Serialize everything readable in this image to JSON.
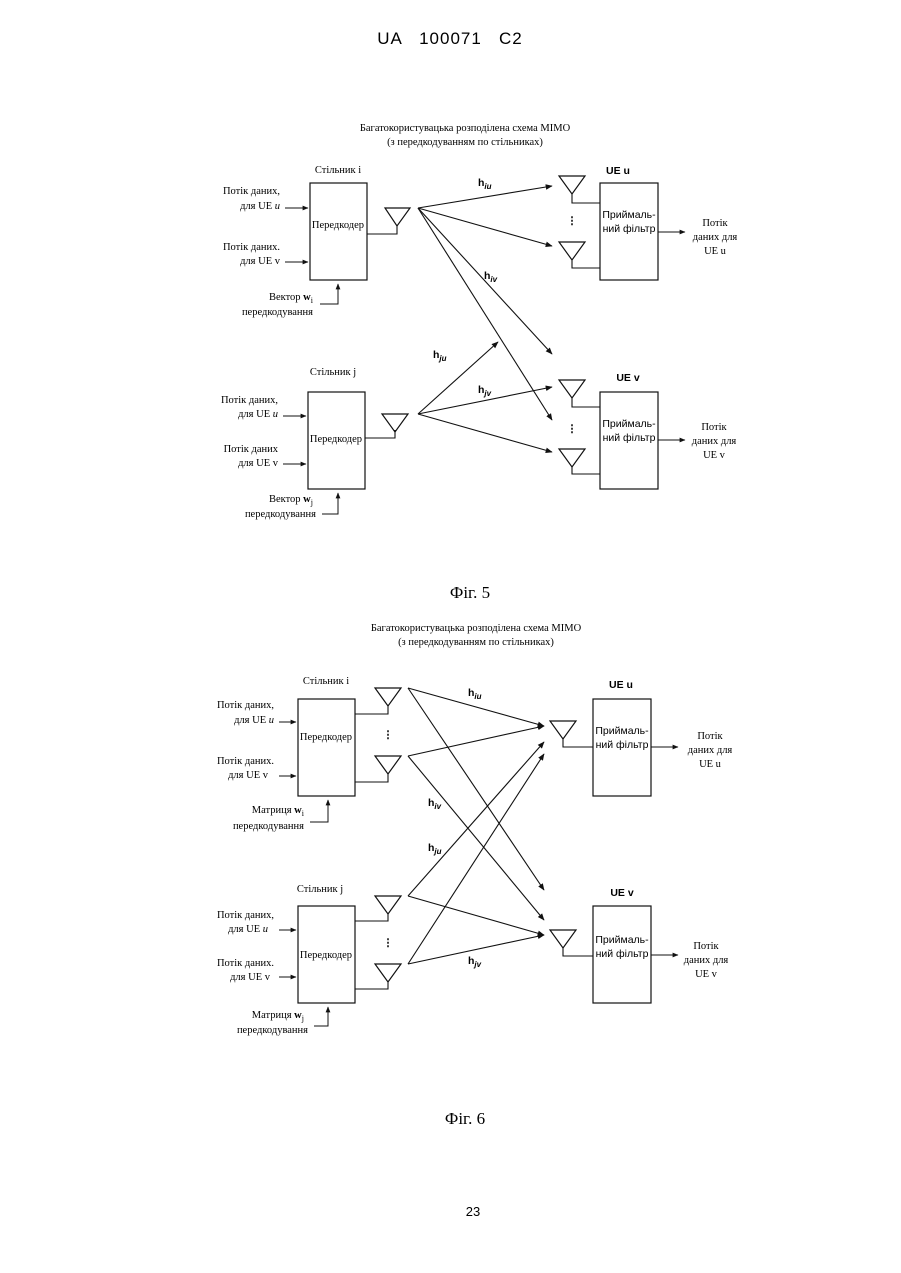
{
  "header": {
    "doc_id": "UA   100071   C2"
  },
  "page_number": "23",
  "fig5": {
    "title_line1": "Багатокористувацька розподілена схема MIMO",
    "title_line2": "(з передкодуванням по стільниках)",
    "cell_i": "Стільник і",
    "cell_j": "Стільник j",
    "stream_u_l1": "Потік даних,",
    "stream_u_l2": "для UE",
    "stream_u_i_l1": "Потік даних.",
    "stream_v_l2": "для UE v",
    "stream_j_u_l1": "Потік даних,",
    "stream_j_v_l1": "Потік даних",
    "precoder": "Передкодер",
    "vector_i_l1": "Вектор",
    "vector_i_sym": "w",
    "vector_i_sub": "i",
    "vector_j_sym": "w",
    "vector_j_sub": "j",
    "precoding": "передкодування",
    "ue_u": "UE u",
    "ue_v": "UE v",
    "rx_l1": "Приймаль-",
    "rx_l2": "ний фільтр",
    "out_u_l1": "Потік",
    "out_u_l2": "даних для",
    "out_u_l3": "UE u",
    "out_v_l1": "Потік",
    "out_v_l2": "даних для",
    "out_v_l3": "UE v",
    "h_iu_sub": "iu",
    "h_iv_sub": "iv",
    "h_ju_sub": "ju",
    "h_jv_sub": "jv",
    "h_sym": "h",
    "italic_u": "u",
    "caption": "Фіг. 5"
  },
  "fig6": {
    "title_line1": "Багатокористувацька розподілена схема MIMO",
    "title_line2": "(з передкодуванням по стільниках)",
    "cell_i": "Стільник і",
    "cell_j": "Стільник j",
    "stream_u_l1": "Потік даних,",
    "stream_u_l2": "для UE",
    "stream_v_l1": "Потік даних.",
    "stream_v_l2": "для UE v",
    "precoder": "Передкодер",
    "matrix_l1": "Матриця",
    "matrix_i_sub": "i",
    "matrix_j_sub": "j",
    "w_sym": "w",
    "precoding": "передкодування",
    "ue_u": "UE u",
    "ue_v": "UE v",
    "rx_l1": "Приймаль-",
    "rx_l2": "ний фільтр",
    "out_l1": "Потік",
    "out_l2": "даних для",
    "out_u_l3": "UE u",
    "out_v_l3": "UE v",
    "h_sym": "h",
    "h_iu_sub": "iu",
    "h_iv_sub": "iv",
    "h_ju_sub": "ju",
    "h_jv_sub": "jv",
    "italic_u": "u",
    "caption": "Фіг. 6"
  }
}
